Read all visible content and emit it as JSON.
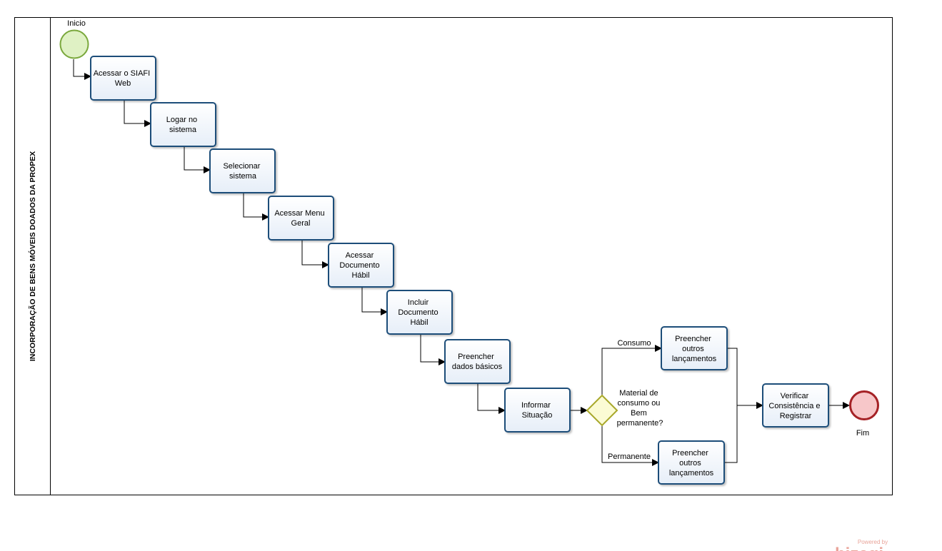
{
  "pool": {
    "title": "INCORPORAÇÃO DE BENS MÓVEIS DOADOS DA PROPEX"
  },
  "events": {
    "start": {
      "label": "Inicio"
    },
    "end": {
      "label": "Fim"
    }
  },
  "tasks": [
    {
      "id": "t1",
      "lines": [
        "Acessar o  SIAFI",
        "Web"
      ]
    },
    {
      "id": "t2",
      "lines": [
        "Logar no",
        "sistema"
      ]
    },
    {
      "id": "t3",
      "lines": [
        "Selecionar",
        "sistema"
      ]
    },
    {
      "id": "t4",
      "lines": [
        "Acessar Menu",
        "Geral"
      ]
    },
    {
      "id": "t5",
      "lines": [
        "Acessar",
        "Documento",
        "Hábil"
      ]
    },
    {
      "id": "t6",
      "lines": [
        "Incluir",
        "Documento",
        "Hábil"
      ]
    },
    {
      "id": "t7",
      "lines": [
        "Preencher",
        "dados básicos"
      ]
    },
    {
      "id": "t8",
      "lines": [
        "Informar",
        "Situação"
      ]
    },
    {
      "id": "t9",
      "lines": [
        "Preencher",
        "outros",
        "lançamentos"
      ]
    },
    {
      "id": "t10",
      "lines": [
        "Preencher",
        "outros",
        "lançamentos"
      ]
    },
    {
      "id": "t11",
      "lines": [
        "Verificar",
        "Consistência e",
        "Registrar"
      ]
    }
  ],
  "gateway": {
    "lines": [
      "Material de",
      "consumo ou",
      "Bem",
      "permanente?"
    ]
  },
  "flows": {
    "consumo": "Consumo",
    "permanente": "Permanente"
  },
  "branding": {
    "powered_by": "Powered by",
    "logo": "bizagi"
  },
  "colors": {
    "task_stroke": "#1f4e79",
    "task_fill": "#f2f6fb",
    "start_stroke": "#7aa83c",
    "start_fill": "#dff1c4",
    "end_stroke": "#a52226",
    "end_fill": "#f7c7c9",
    "gateway_stroke": "#a8a82a",
    "gateway_fill": "#fbfbd4",
    "branding": "#e9a49a"
  }
}
